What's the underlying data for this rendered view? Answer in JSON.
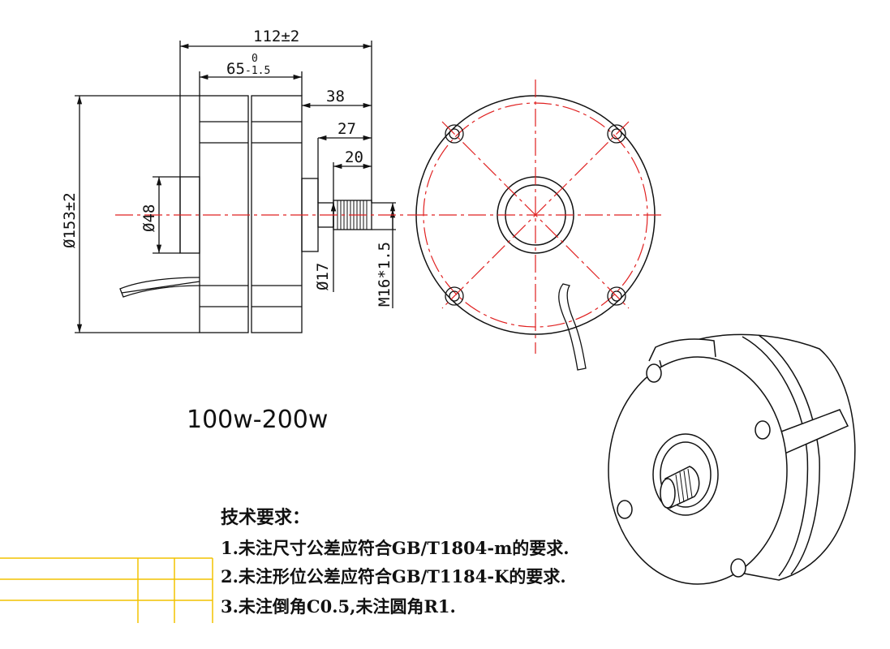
{
  "dimensions": {
    "overall_length": "112±2",
    "body_length": "65",
    "body_length_tol_upper": "0",
    "body_length_tol_lower": "-1.5",
    "shaft_length": "38",
    "shaft_step_length": "27",
    "thread_length": "20",
    "outer_diameter": "Ø153±2",
    "hub_diameter": "Ø48",
    "shaft_diameter": "Ø17",
    "thread_spec": "M16*1.5"
  },
  "model_label": "100w-200w",
  "requirements": {
    "title": "技术要求：",
    "items": [
      "1.未注尺寸公差应符合GB/T1804-m的要求.",
      "2.未注形位公差应符合GB/T1184-K的要求.",
      "3.未注倒角C0.5,未注圆角R1."
    ]
  },
  "colors": {
    "line": "#111111",
    "centerline": "#e02020",
    "title_block": "#f2c200"
  }
}
